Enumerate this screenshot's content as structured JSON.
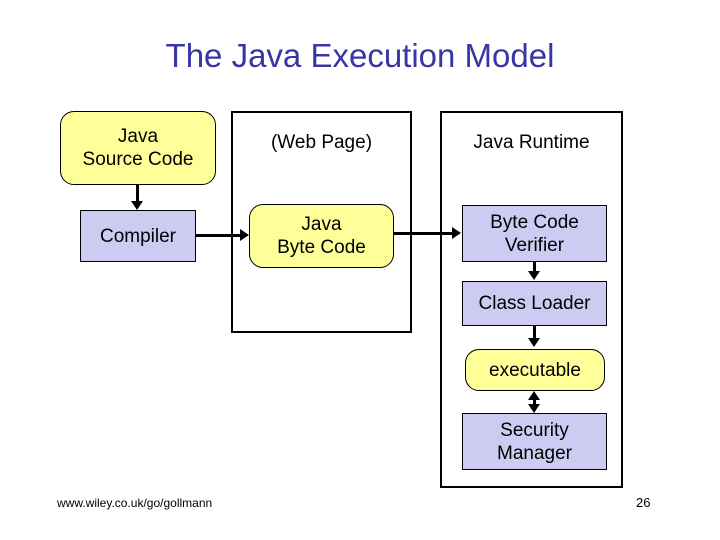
{
  "slide": {
    "title": "The Java Execution Model",
    "page_number": "26",
    "footer_url": "www.wiley.co.uk/go/gollmann"
  },
  "colors": {
    "title": "#3835a4",
    "artifact_fill": "#ffff99",
    "process_fill": "#ccccf2",
    "stroke": "#000000",
    "background": "#ffffff"
  },
  "groups": {
    "web_page": {
      "caption": "(Web Page)"
    },
    "java_runtime": {
      "caption": "Java Runtime"
    }
  },
  "nodes": {
    "source_code": {
      "label": "Java\nSource Code",
      "line1": "Java",
      "line2": "Source Code"
    },
    "compiler": {
      "label": "Compiler"
    },
    "byte_code": {
      "line1": "Java",
      "line2": "Byte Code"
    },
    "verifier": {
      "line1": "Byte Code",
      "line2": "Verifier"
    },
    "class_loader": {
      "label": "Class Loader"
    },
    "executable": {
      "label": "executable"
    },
    "security_manager": {
      "line1": "Security",
      "line2": "Manager"
    }
  }
}
